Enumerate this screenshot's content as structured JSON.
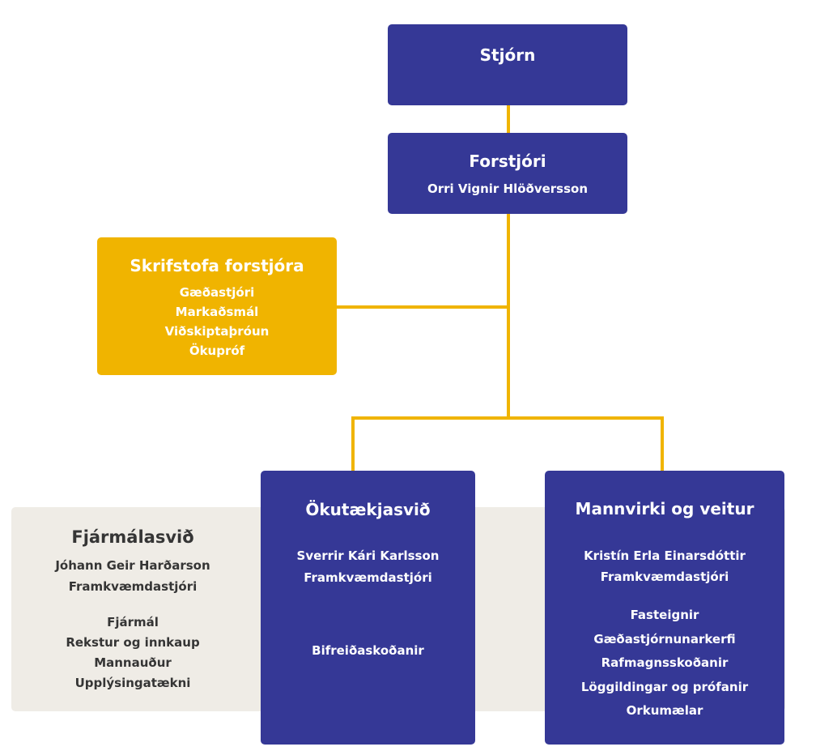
{
  "stjorn": {
    "title": "Stjórn"
  },
  "forstjori": {
    "title": "Forstjóri",
    "name": "Orri Vignir Hlöðversson"
  },
  "skrifstofa": {
    "title": "Skrifstofa forstjóra",
    "items": [
      "Gæðastjóri",
      "Markaðsmál",
      "Viðskiptaþróun",
      "Ökupróf"
    ]
  },
  "fjarmal": {
    "title": "Fjármálasvið",
    "name": "Jóhann Geir Harðarson",
    "role": "Framkvæmdastjóri",
    "items": [
      "Fjármál",
      "Rekstur og innkaup",
      "Mannauður",
      "Upplýsingatækni"
    ]
  },
  "okutaekja": {
    "title": "Ökutækjasvið",
    "name": "Sverrir Kári Karlsson",
    "role": "Framkvæmdastjóri",
    "items": [
      "Bifreiðaskoðanir"
    ]
  },
  "mannvirki": {
    "title": "Mannvirki og veitur",
    "name": "Kristín Erla Einarsdóttir",
    "role": "Framkvæmdastjóri",
    "items": [
      "Fasteignir",
      "Gæðastjórnunarkerfi",
      "Rafmagnsskoðanir",
      "Löggildingar og prófanir",
      "Orkumælar"
    ]
  },
  "colors": {
    "navy": "#353896",
    "gold": "#f0b400",
    "light": "#efece6"
  }
}
